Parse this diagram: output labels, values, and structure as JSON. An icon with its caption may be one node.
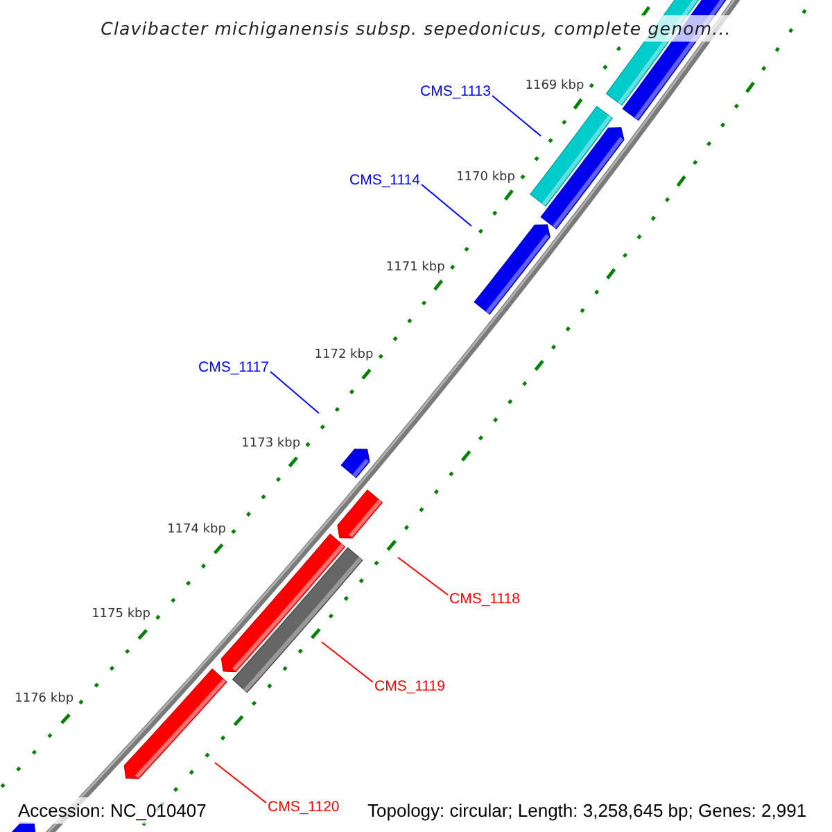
{
  "diagram": {
    "title": "Clavibacter michiganensis subsp. sepedonicus, complete genom...",
    "nodes": [
      {
        "text": [
          "CMS_1113"
        ]
      },
      {
        "text": [
          "CMS_1114"
        ]
      },
      {
        "text": [
          "CMS_1117"
        ]
      },
      {
        "text": [
          "CMS_1118"
        ]
      },
      {
        "text": [
          "CMS_1119"
        ]
      },
      {
        "text": [
          "CMS_1120"
        ]
      }
    ],
    "edges": [
      {
        "from": 0,
        "to": null,
        "arrow": "none",
        "color": "#0000ff"
      },
      {
        "from": 1,
        "to": null,
        "arrow": "none",
        "color": "#0000ff"
      },
      {
        "from": 2,
        "to": null,
        "arrow": "none",
        "color": "#0000ff"
      },
      {
        "from": 3,
        "to": null,
        "arrow": "none",
        "color": "#ff0000"
      },
      {
        "from": 4,
        "to": null,
        "arrow": "none",
        "color": "#ff0000"
      },
      {
        "from": 5,
        "to": null,
        "arrow": "none",
        "color": "#ff0000"
      }
    ],
    "labels": [
      "1169 kbp",
      "1170 kbp",
      "1171 kbp",
      "1172 kbp",
      "1173 kbp",
      "1174 kbp",
      "1175 kbp",
      "1176 kbp",
      "Accession: NC_010407",
      "Topology: circular; Length: 3,258,645 bp; Genes: 2,991"
    ]
  }
}
